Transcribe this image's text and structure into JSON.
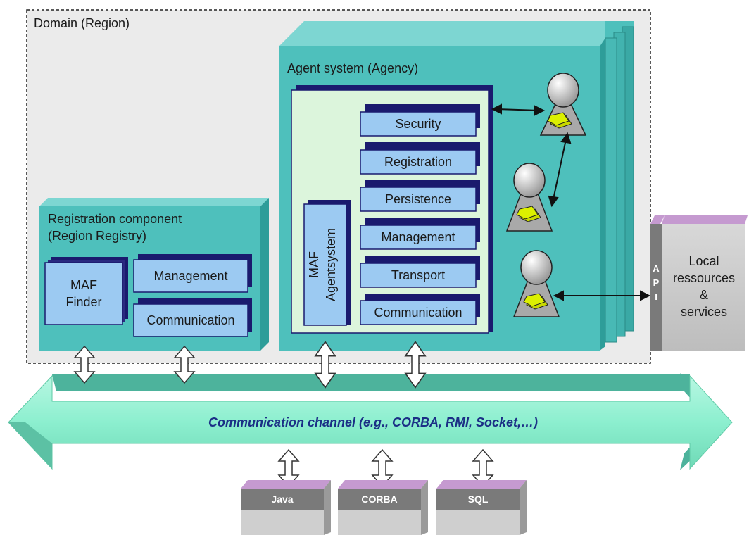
{
  "domain": {
    "label": "Domain (Region)"
  },
  "registration_component": {
    "title_line1": "Registration component",
    "title_line2": "(Region Registry)",
    "finder_line1": "MAF",
    "finder_line2": "Finder",
    "management": "Management",
    "communication": "Communication"
  },
  "agent_system": {
    "title": "Agent system (Agency)",
    "core_line1": "MAF",
    "core_line2": "Agentsystem",
    "services": [
      "Security",
      "Registration",
      "Persistence",
      "Management",
      "Transport",
      "Communication"
    ]
  },
  "local": {
    "api_letters": [
      "A",
      "P",
      "I"
    ],
    "line1": "Local",
    "line2": "ressources",
    "line3": "&",
    "line4": "services"
  },
  "channel": {
    "label": "Communication channel (e.g., CORBA, RMI, Socket,…)"
  },
  "interfaces": [
    "Java",
    "CORBA",
    "SQL"
  ],
  "colors": {
    "teal": "#4ec0bc",
    "teal_dark": "#2e9d99",
    "navy": "#1a1a6e",
    "service_fill": "#9ccaf2",
    "inner_fill": "#dcf5dc",
    "channel": "#8df0d0",
    "grey_box": "#cfcfcf",
    "purple_top": "#c59ad0",
    "agent_disc": "#dcf000"
  }
}
